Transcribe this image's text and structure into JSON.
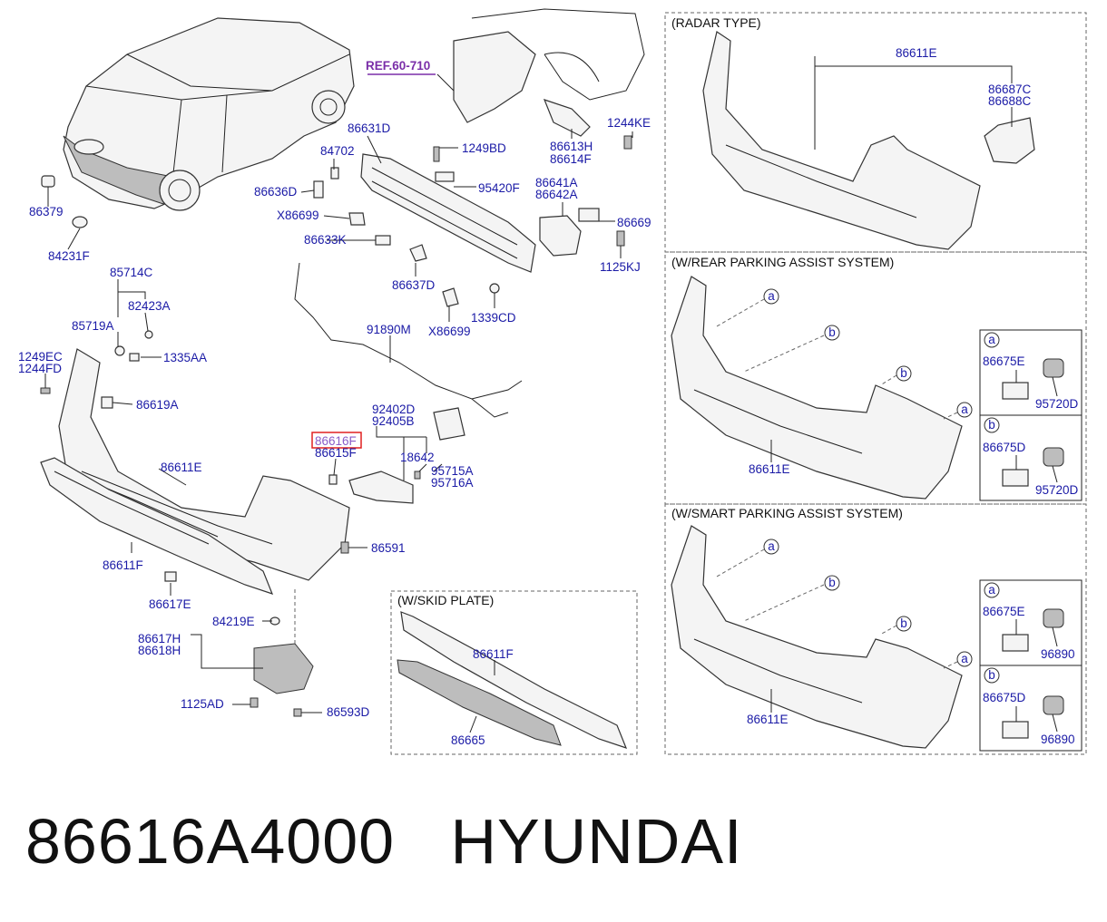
{
  "caption": {
    "part_number": "86616A4000",
    "brand": "HYUNDAI"
  },
  "highlighted_part": "86616F",
  "reference_label": "REF.60-710",
  "sections": {
    "radar": "(RADAR TYPE)",
    "rear_parking": "(W/REAR PARKING ASSIST SYSTEM)",
    "smart_parking": "(W/SMART PARKING ASSIST SYSTEM)",
    "skid_plate": "(W/SKID PLATE)"
  },
  "callout_letters": [
    "a",
    "b"
  ],
  "part_labels": {
    "p86379": "86379",
    "p84231F": "84231F",
    "p85714C": "85714C",
    "p82423A": "82423A",
    "p85719A": "85719A",
    "p1335AA": "1335AA",
    "p1249EC": "1249EC",
    "p1244FD": "1244FD",
    "p86619A": "86619A",
    "p86611E_main": "86611E",
    "p86611F_main": "86611F",
    "p86617E": "86617E",
    "p86591": "86591",
    "p84219E": "84219E",
    "p86617H": "86617H",
    "p86618H": "86618H",
    "p1125AD": "1125AD",
    "p86593D": "86593D",
    "p86631D": "86631D",
    "p84702": "84702",
    "p86636D": "86636D",
    "pX86699_a": "X86699",
    "p86633K": "86633K",
    "p86637D": "86637D",
    "pX86699_b": "X86699",
    "p1339CD": "1339CD",
    "p1249BD": "1249BD",
    "p95420F": "95420F",
    "p86613H": "86613H",
    "p86614F": "86614F",
    "p1244KE": "1244KE",
    "p86641A": "86641A",
    "p86642A": "86642A",
    "p86669": "86669",
    "p1125KJ": "1125KJ",
    "p91890M": "91890M",
    "p92402D": "92402D",
    "p92405B": "92405B",
    "p86615F": "86615F",
    "p18642": "18642",
    "p95715A": "95715A",
    "p95716A": "95716A",
    "p86611F_skid": "86611F",
    "p86665": "86665",
    "p86611E_radar": "86611E",
    "p86687C": "86687C",
    "p86688C": "86688C",
    "p86611E_rear": "86611E",
    "p86675E_rear": "86675E",
    "p95720D_a": "95720D",
    "p86675D_rear": "86675D",
    "p95720D_b": "95720D",
    "p86611E_smart": "86611E",
    "p86675E_smart": "86675E",
    "p96890_a": "96890",
    "p86675D_smart": "86675D",
    "p96890_b": "96890"
  }
}
